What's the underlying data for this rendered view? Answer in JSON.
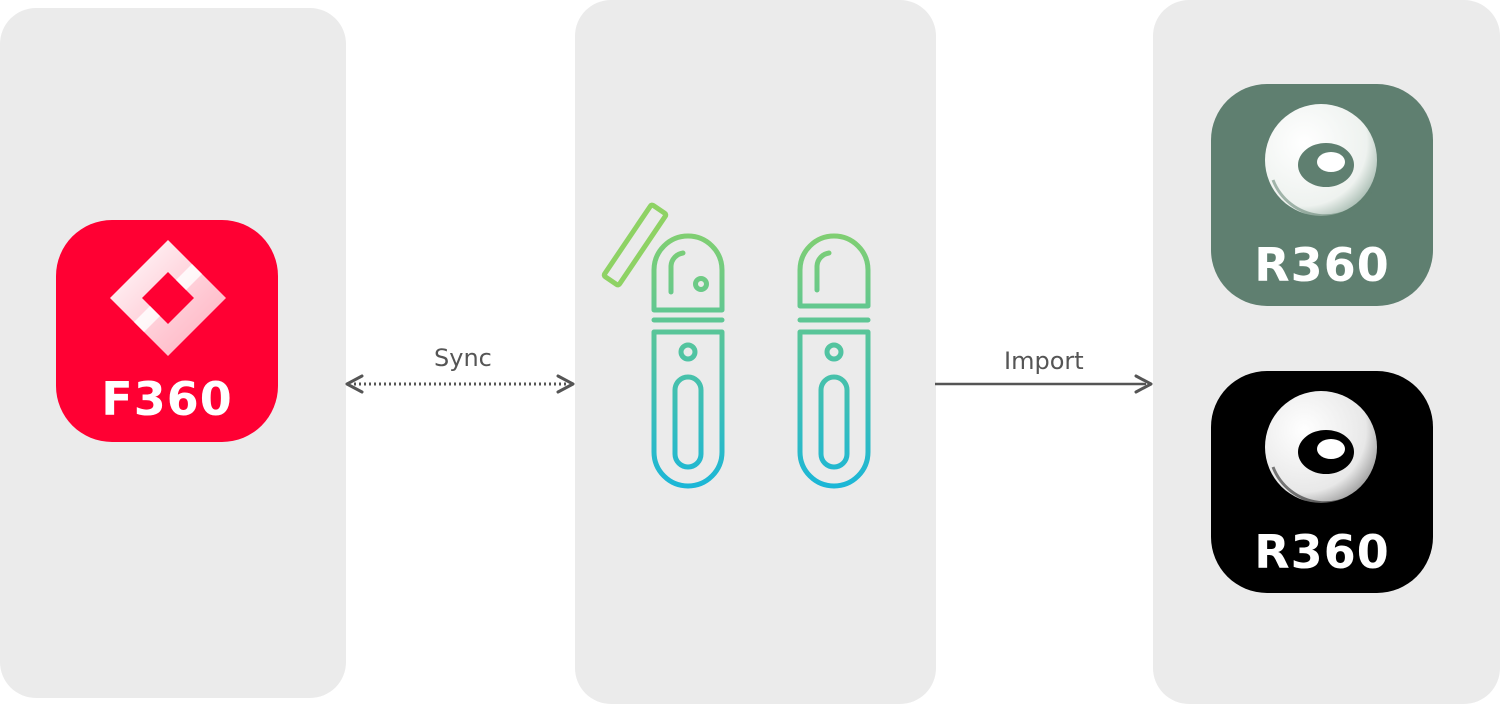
{
  "sources": {
    "f360": {
      "label": "F360",
      "color": "#ff0033"
    }
  },
  "connectors": {
    "sync": {
      "label": "Sync"
    },
    "import": {
      "label": "Import"
    }
  },
  "devices": {
    "icon": "usb-drive-icon",
    "gradient": [
      "#8ed264",
      "#1ab6d8"
    ]
  },
  "targets": {
    "r360_green": {
      "label": "R360",
      "color": "#5f7f70"
    },
    "r360_black": {
      "label": "R360",
      "color": "#000000"
    }
  }
}
